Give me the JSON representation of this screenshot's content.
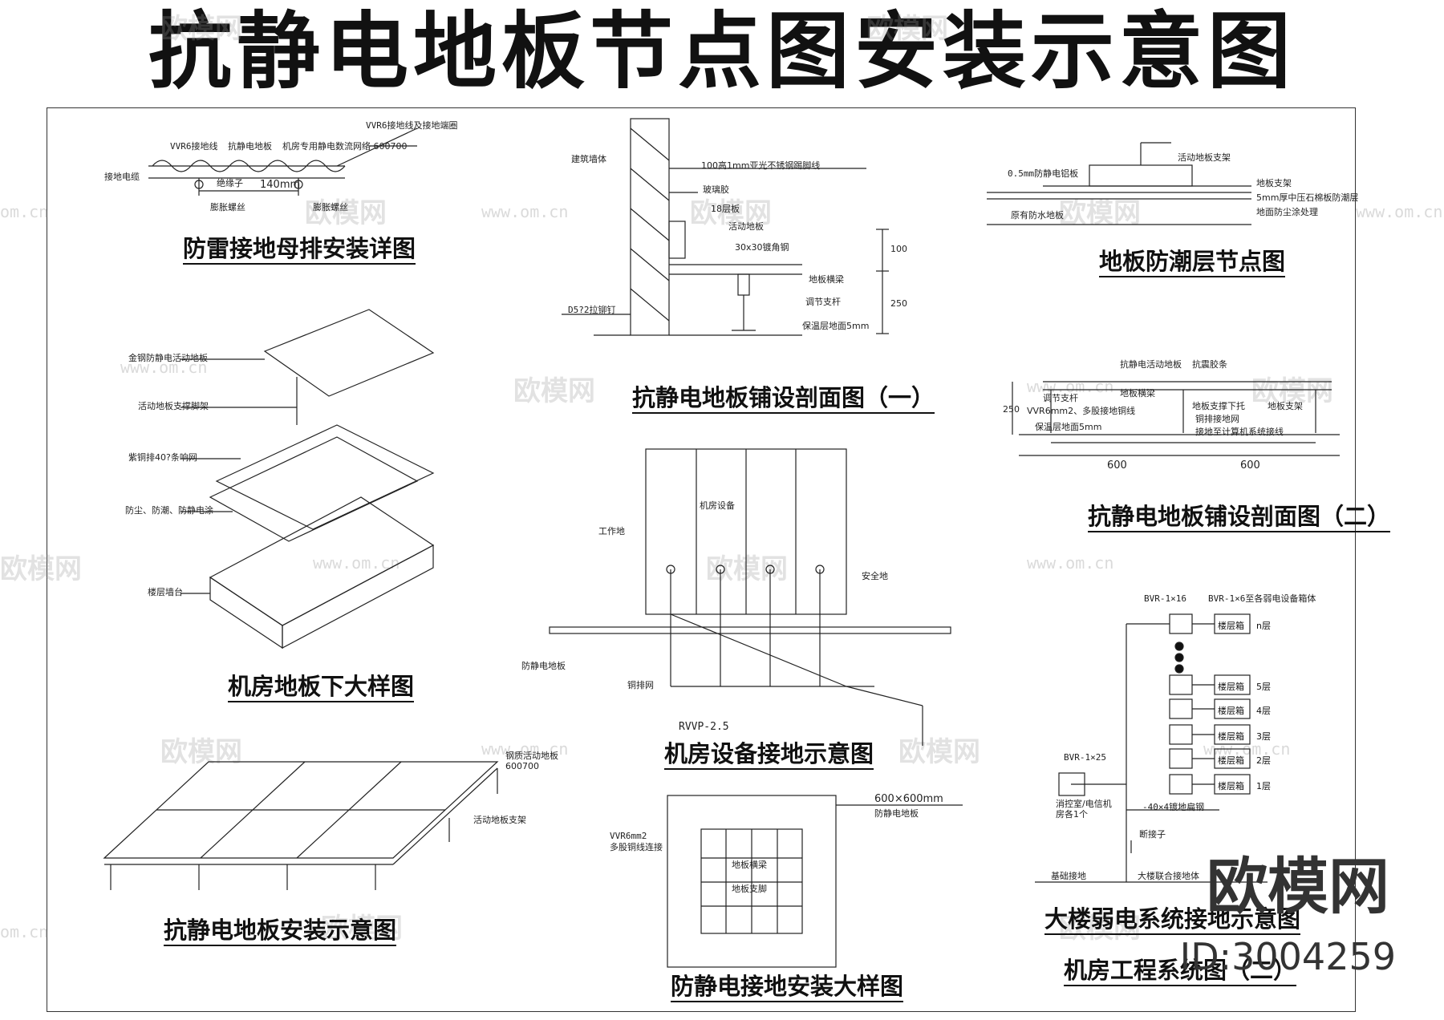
{
  "title": "抗静电地板节点图安装示意图",
  "panels": {
    "p1": {
      "title": "防雷接地母排安装详图",
      "labels": [
        "VVR6接地线及接地端圈",
        "VVR6接地线",
        "抗静电地板",
        "机房专用静电数流网络 600700",
        "接地电缆",
        "绝缘子",
        "140mm",
        "膨胀螺丝",
        "膨胀螺丝"
      ]
    },
    "p2": {
      "title": "机房地板下大样图",
      "labels": [
        "金钢防静电活动地板",
        "活动地板支撑脚架",
        "紫铜排40?条响网",
        "防尘、防潮、防静电涂",
        "楼层墙台"
      ]
    },
    "p3": {
      "title": "抗静电地板安装示意图",
      "labels": [
        "钢质活动地板600700",
        "活动地板支架"
      ]
    },
    "p4": {
      "title": "抗静电地板铺设剖面图（一）",
      "labels": [
        "建筑墙体",
        "100高1mm亚光不锈钢踢脚线",
        "玻璃胶",
        "18层板",
        "活动地板",
        "30x30镀角钢",
        "地板横梁",
        "调节支杆",
        "保温层地面5mm",
        "D5?2拉铆钉",
        "100",
        "250"
      ]
    },
    "p5": {
      "title": "机房设备接地示意图",
      "labels": [
        "机房设备",
        "工作地",
        "安全地",
        "防静电地板",
        "铜排网",
        "RVVP-2.5"
      ]
    },
    "p6": {
      "title": "防静电接地安装大样图",
      "labels": [
        "600×600mm",
        "防静电地板",
        "VVR6mm2",
        "多股铜线连接",
        "地板横梁",
        "地板支脚"
      ]
    },
    "p7": {
      "title": "地板防潮层节点图",
      "labels": [
        "活动地板支架",
        "0.5mm防静电铝板",
        "地板支架",
        "5mm厚中压石棉板防潮层",
        "地面防尘涂处理",
        "原有防水地板"
      ]
    },
    "p8": {
      "title": "抗静电地板铺设剖面图（二）",
      "labels": [
        "抗静电活动地板",
        "抗震胶条",
        "调节支杆",
        "地板横梁",
        "地板支撑下托",
        "地板支架",
        "VVR6mm2、多股接地铜线",
        "铜排接地网",
        "保温层地面5mm",
        "接地至计算机系统接线",
        "600",
        "600",
        "250"
      ]
    },
    "p9": {
      "title": "大楼弱电系统接地示意图",
      "subtitle": "机房工程系统图（二）",
      "labels": [
        "BVR-1×16",
        "BVR-1×6至各弱电设备箱体",
        "BVR-1×25",
        "消控室/电信机房各1个",
        "-40×4镀地扁钢",
        "断接子",
        "基础接地",
        "大楼联合接地体"
      ],
      "floors": [
        {
          "box": "楼层箱",
          "floor": "n层"
        },
        {
          "box": "楼层箱",
          "floor": "5层"
        },
        {
          "box": "楼层箱",
          "floor": "4层"
        },
        {
          "box": "楼层箱",
          "floor": "3层"
        },
        {
          "box": "楼层箱",
          "floor": "2层"
        },
        {
          "box": "楼层箱",
          "floor": "1层"
        }
      ]
    }
  },
  "watermark": {
    "text": "欧模网",
    "url": "www.om.cn",
    "url_short": "om.cn",
    "id": "ID:3004259"
  }
}
